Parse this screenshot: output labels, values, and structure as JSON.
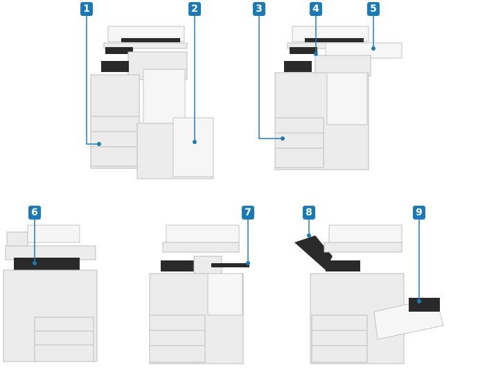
{
  "callouts": [
    {
      "label": "1"
    },
    {
      "label": "2"
    },
    {
      "label": "3"
    },
    {
      "label": "4"
    },
    {
      "label": "5"
    },
    {
      "label": "6"
    },
    {
      "label": "7"
    },
    {
      "label": "8"
    },
    {
      "label": "9"
    }
  ],
  "colors": {
    "callout": "#1a7ab8"
  }
}
